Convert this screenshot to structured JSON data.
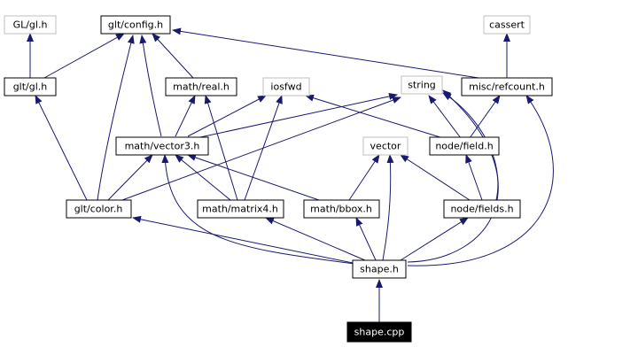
{
  "diagram": {
    "nodes": {
      "gl_gl_system": "GL/gl.h",
      "glt_config": "glt/config.h",
      "cassert": "cassert",
      "glt_gl": "glt/gl.h",
      "math_real": "math/real.h",
      "iosfwd": "iosfwd",
      "string": "string",
      "misc_refcount": "misc/refcount.h",
      "math_vector3": "math/vector3.h",
      "vector": "vector",
      "node_field": "node/field.h",
      "glt_color": "glt/color.h",
      "math_matrix4": "math/matrix4.h",
      "math_bbox": "math/bbox.h",
      "node_fields": "node/fields.h",
      "shape_h": "shape.h",
      "shape_cpp": "shape.cpp"
    },
    "colors": {
      "edge": "#191970",
      "system_border": "#bfbfbf",
      "node_border": "#000000",
      "root_fill": "#000000",
      "root_text": "#ffffff"
    }
  }
}
